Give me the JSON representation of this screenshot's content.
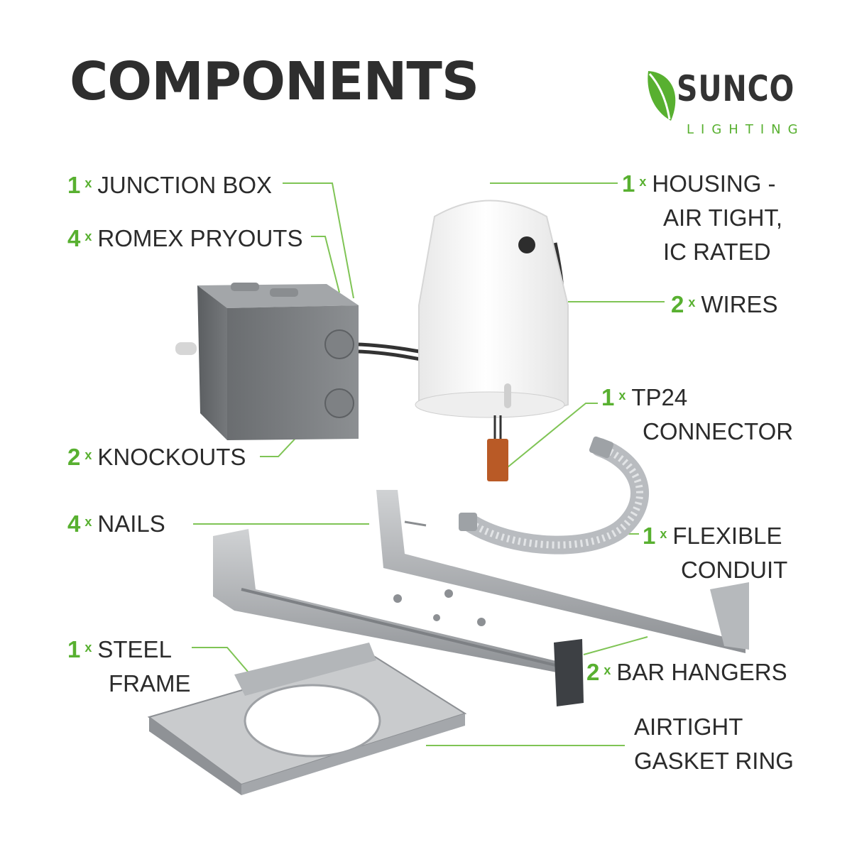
{
  "title": "COMPONENTS",
  "logo": {
    "name": "SUNCO",
    "sub": "LIGHTING"
  },
  "multiplier": "x",
  "components": {
    "junction_box": {
      "qty": "1",
      "line1": "JUNCTION BOX"
    },
    "romex": {
      "qty": "4",
      "line1": "ROMEX PRYOUTS"
    },
    "knockouts": {
      "qty": "2",
      "line1": "KNOCKOUTS"
    },
    "nails": {
      "qty": "4",
      "line1": "NAILS"
    },
    "steel_frame": {
      "qty": "1",
      "line1": "STEEL",
      "line2": "FRAME"
    },
    "housing": {
      "qty": "1",
      "line1": "HOUSING -",
      "line2": "AIR TIGHT,",
      "line3": "IC RATED"
    },
    "wires": {
      "qty": "2",
      "line1": "WIRES"
    },
    "tp24": {
      "qty": "1",
      "line1": "TP24",
      "line2": "CONNECTOR"
    },
    "conduit": {
      "qty": "1",
      "line1": "FLEXIBLE",
      "line2": "CONDUIT"
    },
    "bar_hangers": {
      "qty": "2",
      "line1": "BAR HANGERS"
    },
    "gasket": {
      "line1": "AIRTIGHT",
      "line2": "GASKET RING"
    }
  },
  "colors": {
    "accent": "#58b030",
    "text": "#2b2b2b",
    "metal": "#9a9ea3"
  }
}
